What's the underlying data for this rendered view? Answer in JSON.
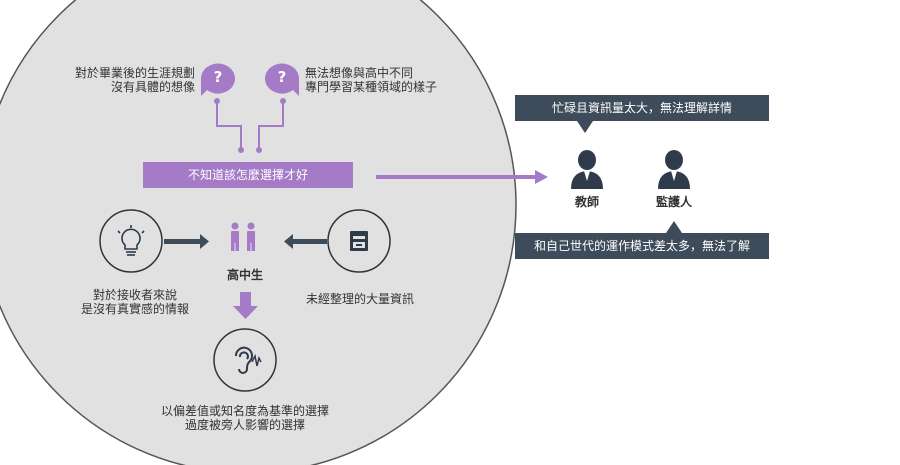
{
  "diagram": {
    "concern_left": [
      "對於畢業後的生涯規劃",
      "沒有具體的想像"
    ],
    "concern_right": [
      "無法想像與高中不同",
      "專門學習某種領域的樣子"
    ],
    "center_box": "不知道該怎麼選擇才好",
    "student_label": "高中生",
    "left_text": [
      "對於接收者來說",
      "是沒有真實感的情報"
    ],
    "right_text": "未經整理的大量資訊",
    "bottom_text": [
      "以偏差值或知名度為基準的選擇",
      "過度被旁人影響的選擇"
    ],
    "teacher_label": "教師",
    "guardian_label": "監護人",
    "top_tooltip": "忙碌且資訊量太大，無法理解詳情",
    "bottom_tooltip": "和自己世代的運作模式差太多，無法了解"
  },
  "colors": {
    "circle": "#e1e1e1",
    "purple": "#a57ac6",
    "navy": "#3e4b5b",
    "dark_icon": "#2f3b4a"
  },
  "icons": [
    "question-bubble-icon",
    "student-pair-icon",
    "lightbulb-icon",
    "archive-box-icon",
    "ear-sound-icon",
    "person-icon"
  ]
}
